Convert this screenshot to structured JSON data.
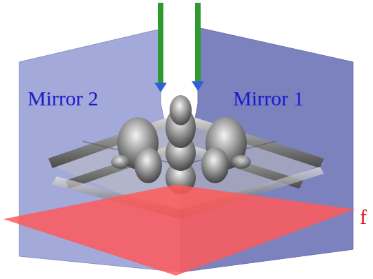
{
  "diagram": {
    "labels": [
      "Mirror 2",
      "Mirror 1",
      "f"
    ]
  }
}
